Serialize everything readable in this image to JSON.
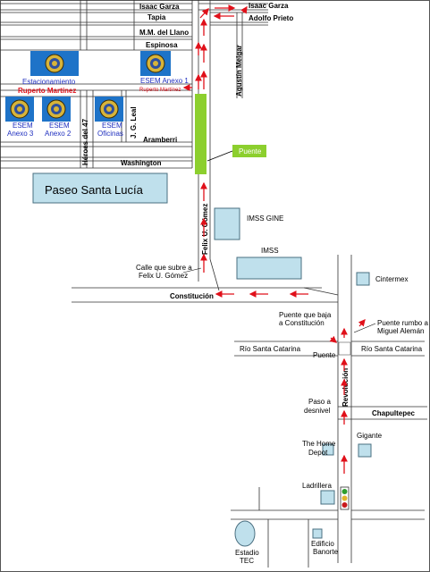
{
  "streets": {
    "isaac_garza_left": "Isaac Garza",
    "isaac_garza_right": "Isaac Garza",
    "tapia": "Tapia",
    "adolfo_prieto": "Adolfo Prieto",
    "mm_del_llano": "M.M. del Llano",
    "espinosa": "Espinosa",
    "agustin_melgar": "Agustín Melgar",
    "ruperto_martinez": "Ruperto Martínez",
    "ruperto_martinez_small": "Ruperto Martínez",
    "heroes_del_47": "Héroes del 47",
    "jg_leal": "J. G. Leal",
    "aramberri": "Aramberri",
    "washington": "Washington",
    "felix_u_gomez": "Felix U. Gómez",
    "constitucion": "Constitución",
    "rio_santa_catarina_left": "Río Santa Catarina",
    "rio_santa_catarina_right": "Río Santa Catarina",
    "puente_small": "Puente",
    "revolucion": "Revolución",
    "chapultepec": "Chapultepec"
  },
  "places": {
    "estacionamiento": "Estacionamiento",
    "esem_anexo1": "ESEM  Anexo 1",
    "esem_anexo3_a": "ESEM",
    "esem_anexo3_b": "Anexo 3",
    "esem_anexo2_a": "ESEM",
    "esem_anexo2_b": "Anexo 2",
    "esem_oficinas_a": "ESEM",
    "esem_oficinas_b": "Oficinas",
    "paseo_santa_lucia": "Paseo Santa Lucía",
    "puente_green": "Puente",
    "imss_gine": "IMSS  GINE",
    "imss": "IMSS",
    "cintermex": "Cintermex",
    "gigante": "Gigante",
    "home_depot_a": "The Home",
    "home_depot_b": "Depot",
    "ladrillera": "Ladrillera",
    "estadio_a": "Estadio",
    "estadio_b": "TEC",
    "banorte_a": "Edificio",
    "banorte_b": "Banorte"
  },
  "notes": {
    "calle_sube_a": "Calle que subre a",
    "calle_sube_b": "Felix U. Gómez",
    "puente_baja_a": "Puente que baja",
    "puente_baja_b": "a Constitución",
    "puente_rumbo_a": "Puente rumbo a",
    "puente_rumbo_b": "Miguel Alemán",
    "paso_desnivel_a": "Paso a",
    "paso_desnivel_b": "desnivel"
  },
  "colors": {
    "route": "#e0101a",
    "building": "#bfe0ec",
    "building_border": "#4a6f80",
    "bridge": "#8ccf2e",
    "logo_bg": "#1e73c8",
    "seal": "#d7b43a",
    "ruperto_label": "#e0101a",
    "esem_label": "#1f2fbf"
  }
}
